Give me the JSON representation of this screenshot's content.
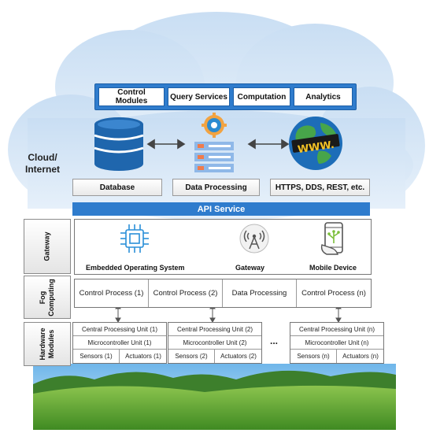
{
  "cloud_label": "Cloud/\nInternet",
  "services": [
    {
      "label": "Control\nModules"
    },
    {
      "label": "Query Services"
    },
    {
      "label": "Computation"
    },
    {
      "label": "Analytics"
    }
  ],
  "cloud_boxes": {
    "database": "Database",
    "data_processing": "Data Processing",
    "protocols": "HTTPS, DDS, REST, etc."
  },
  "www_text": "WWW.",
  "api_service": "API Service",
  "layers": {
    "gateway": "Gateway",
    "fog": "Fog\nComputing",
    "hardware": "Hardware\nModules"
  },
  "gateway_items": {
    "embedded_os": "Embedded Operating System",
    "gateway": "Gateway",
    "mobile": "Mobile Device"
  },
  "fog_cells": [
    "Control Process (1)",
    "Control Process (2)",
    "Data Processing",
    "Control Process (n)"
  ],
  "hardware_groups": [
    {
      "cpu": "Central Processing Unit (1)",
      "mcu": "Microcontroller Unit (1)",
      "sensors": "Sensors (1)",
      "actuators": "Actuators (1)"
    },
    {
      "cpu": "Central Processing Unit (2)",
      "mcu": "Microcontroller Unit (2)",
      "sensors": "Sensors (2)",
      "actuators": "Actuators (2)"
    },
    {
      "cpu": "Central Processing Unit (n)",
      "mcu": "Microcontroller Unit (n)",
      "sensors": "Sensors (n)",
      "actuators": "Actuators (n)"
    }
  ],
  "ellipsis": "...",
  "colors": {
    "cloud": "#dbe9f7",
    "accent_blue": "#2f7ccd",
    "grass": "#5ea33a",
    "sky": "#9ccdf0"
  }
}
